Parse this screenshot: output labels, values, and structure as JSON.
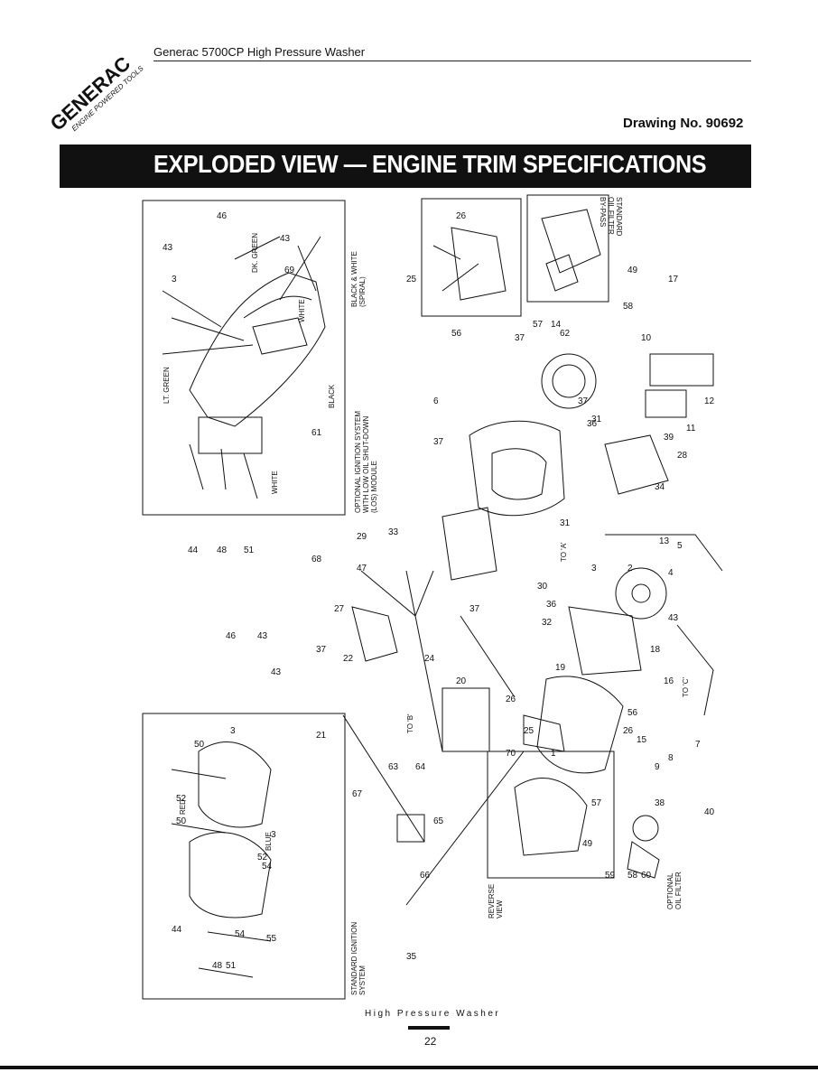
{
  "header": {
    "logo_text": "GENERAC",
    "logo_subtext": "ENGINE POWERED TOOLS",
    "title": "Generac 5700CP High Pressure Washer",
    "drawing_no": "Drawing No. 90692"
  },
  "banner": {
    "title": "EXPLODED VIEW — ENGINE TRIM SPECIFICATIONS"
  },
  "diagram": {
    "inset_top_caption": "OPTIONAL IGNITION SYSTEM\nWITH LOW OIL SHUT-DOWN\n(LOS) MODULE",
    "inset_bottom_caption": "STANDARD IGNITION\nSYSTEM",
    "oil_filter_bypass": "STANDARD\nOIL FILTER\nBY-PASS",
    "optional_oil_filter": "OPTIONAL\nOIL FILTER",
    "reverse_view": "REVERSE\nVIEW",
    "wire_labels": {
      "white_top": "WHITE",
      "lt_green": "LT. GREEN",
      "dk_green": "DK. GREEN",
      "black_white": "BLACK & WHITE\n(SPIRAL)",
      "black": "BLACK",
      "white_bottom": "WHITE",
      "red": "RED",
      "blue": "BLUE"
    },
    "to_labels": {
      "to_a": "TO 'A'",
      "to_b": "TO 'B'",
      "to_c": "TO 'C'"
    },
    "part_numbers": [
      "1",
      "2",
      "3",
      "4",
      "5",
      "6",
      "7",
      "8",
      "9",
      "10",
      "11",
      "12",
      "13",
      "14",
      "15",
      "16",
      "17",
      "18",
      "19",
      "20",
      "21",
      "22",
      "24",
      "25",
      "26",
      "27",
      "28",
      "29",
      "30",
      "31",
      "32",
      "33",
      "34",
      "35",
      "36",
      "37",
      "38",
      "39",
      "40",
      "43",
      "44",
      "46",
      "47",
      "48",
      "49",
      "50",
      "51",
      "52",
      "54",
      "55",
      "56",
      "57",
      "58",
      "59",
      "60",
      "61",
      "62",
      "63",
      "64",
      "65",
      "66",
      "67",
      "68",
      "69",
      "70"
    ]
  },
  "footer": {
    "product": "High Pressure Washer",
    "page_number": "22"
  }
}
